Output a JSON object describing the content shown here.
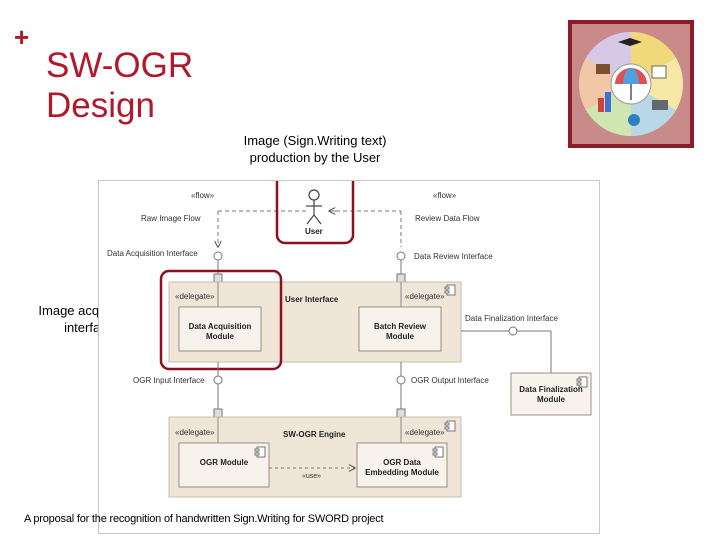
{
  "slide": {
    "plus": "+",
    "title_line1": "SW-OGR",
    "title_line2": "Design",
    "callout_top_line1": "Image (Sign.Writing text)",
    "callout_top_line2": "production by the User",
    "callout_left_line1": "Image acquisition",
    "callout_left_line2": "interface",
    "footer": "A proposal for the recognition of handwritten Sign.Writing for SWORD project"
  },
  "diagram": {
    "flow_left_stereo": "«flow»",
    "flow_left_label": "Raw Image Flow",
    "flow_right_stereo": "«flow»",
    "flow_right_label": "Review Data Flow",
    "user_label": "User",
    "data_acquisition_interface": "Data Acquisition Interface",
    "data_review_interface": "Data Review Interface",
    "data_finalization_interface": "Data Finalization Interface",
    "ogr_input_interface": "OGR Input Interface",
    "ogr_output_interface": "OGR Output Interface",
    "ui_delegate_left": "«delegate»",
    "ui_delegate_right": "«delegate»",
    "ui_title": "User Interface",
    "dam_line1": "Data Acquisition",
    "dam_line2": "Module",
    "brm_line1": "Batch Review",
    "brm_line2": "Module",
    "dfm_line1": "Data Finalization",
    "dfm_line2": "Module",
    "eng_delegate_left": "«delegate»",
    "eng_delegate_right": "«delegate»",
    "eng_title": "SW-OGR Engine",
    "ogr_module": "OGR Module",
    "ogr_use": "«use»",
    "embed_line1": "OGR Data",
    "embed_line2": "Embedding Module"
  },
  "colors": {
    "title": "#b0182c",
    "highlight": "#8b1020",
    "package_fill": "#efe6d8",
    "component_fill": "#f7f3ec"
  }
}
